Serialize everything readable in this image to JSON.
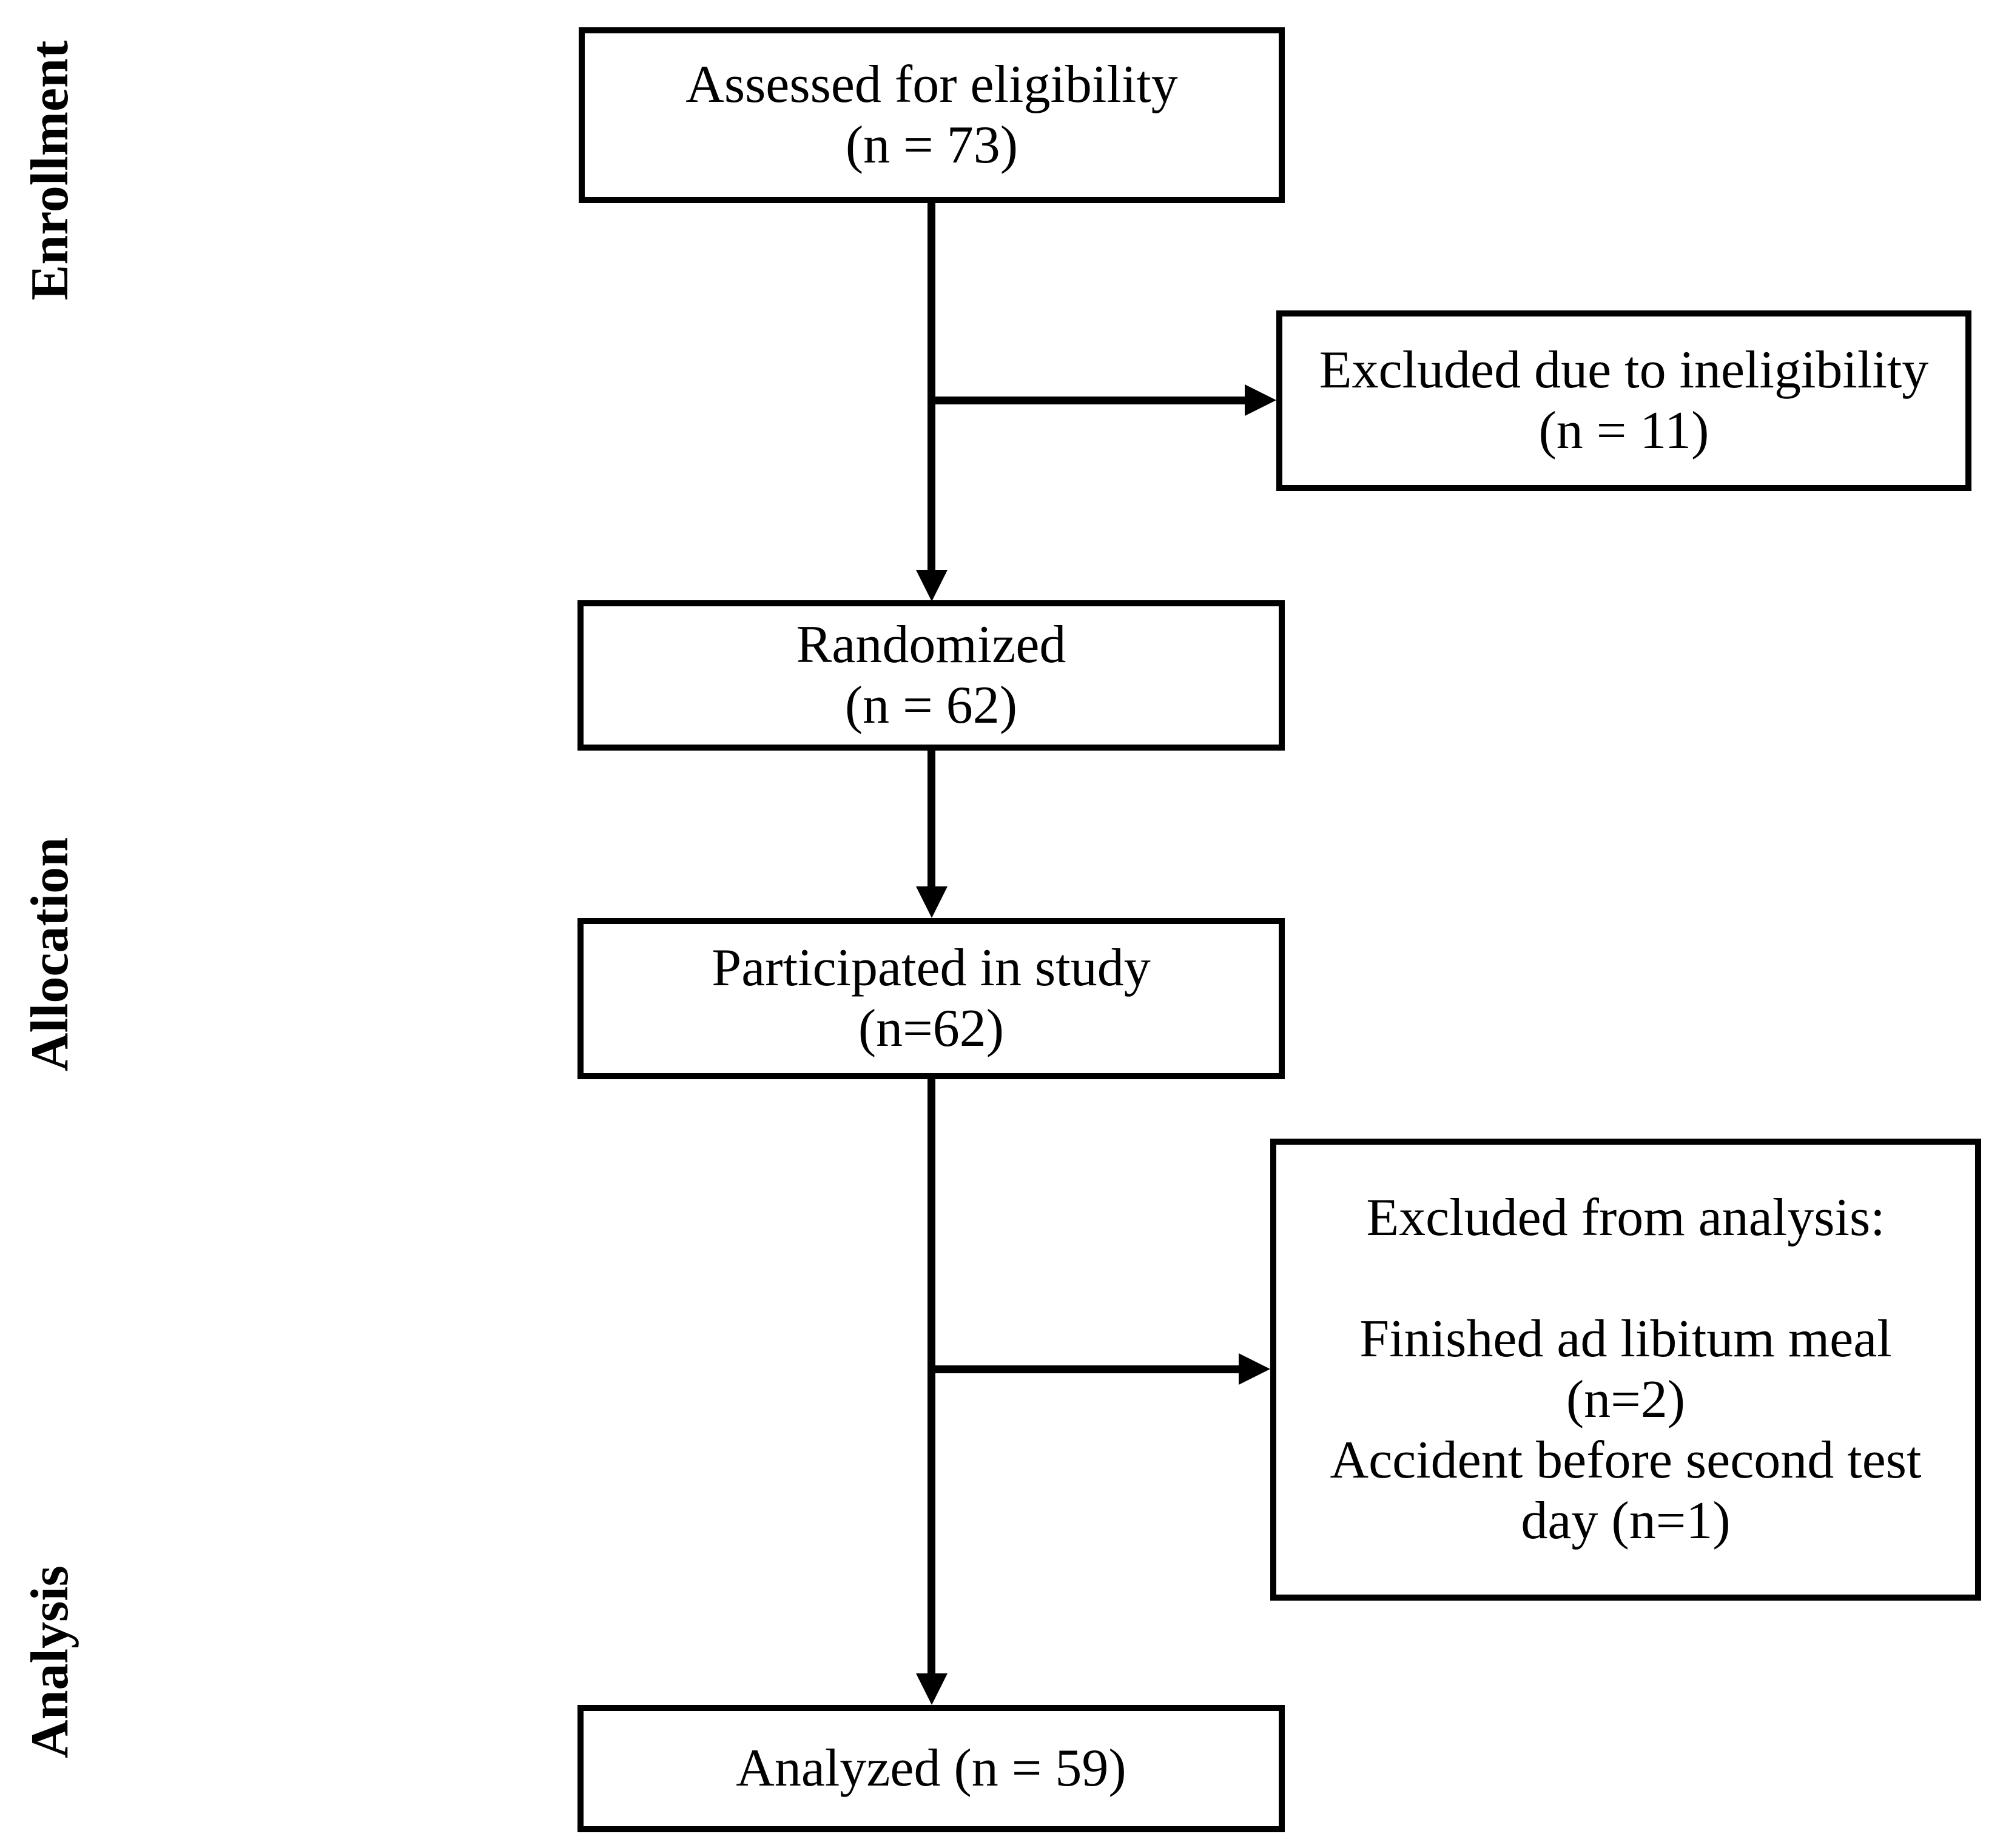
{
  "stage_labels": {
    "enrollment": "Enrollment",
    "allocation": "Allocation",
    "analysis": "Analysis"
  },
  "boxes": {
    "assessed": {
      "lines": [
        "Assessed for eligibility",
        "(n = 73)"
      ]
    },
    "excluded_ineligibility": {
      "lines": [
        "Excluded due to ineligibility",
        "(n = 11)"
      ]
    },
    "randomized": {
      "lines": [
        "Randomized",
        "(n = 62)"
      ]
    },
    "participated": {
      "lines": [
        "Participated in study",
        "(n=62)"
      ]
    },
    "excluded_analysis": {
      "lines": [
        "Excluded from analysis:",
        "Finished ad libitum meal",
        "(n=2)",
        "Accident before second test day (n=1)"
      ]
    },
    "analyzed": {
      "lines": [
        "Analyzed (n = 59)"
      ]
    }
  },
  "colors": {
    "stroke": "#000000",
    "background": "#ffffff",
    "text": "#000000"
  }
}
